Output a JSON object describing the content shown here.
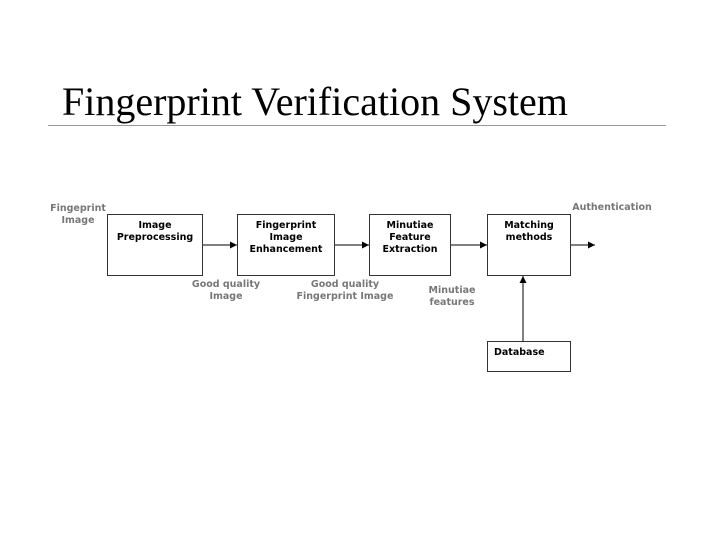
{
  "title": "Fingerprint Verification System",
  "blocks": {
    "image_preprocessing": [
      "Image",
      "Preprocessing"
    ],
    "fingerprint_enhancement": [
      "Fingerprint",
      "Image",
      "Enhancement"
    ],
    "minutiae_extraction": [
      "Minutiae",
      "Feature",
      "Extraction"
    ],
    "matching_methods": [
      "Matching",
      "methods"
    ],
    "database": "Database"
  },
  "labels": {
    "input": [
      "Fingeprint",
      "Image"
    ],
    "output": "Authentication",
    "good_quality_image": [
      "Good quality",
      "Image"
    ],
    "good_quality_fingerprint_image": [
      "Good quality",
      "Fingerprint Image"
    ],
    "minutiae_features": [
      "Minutiae",
      "features"
    ]
  }
}
